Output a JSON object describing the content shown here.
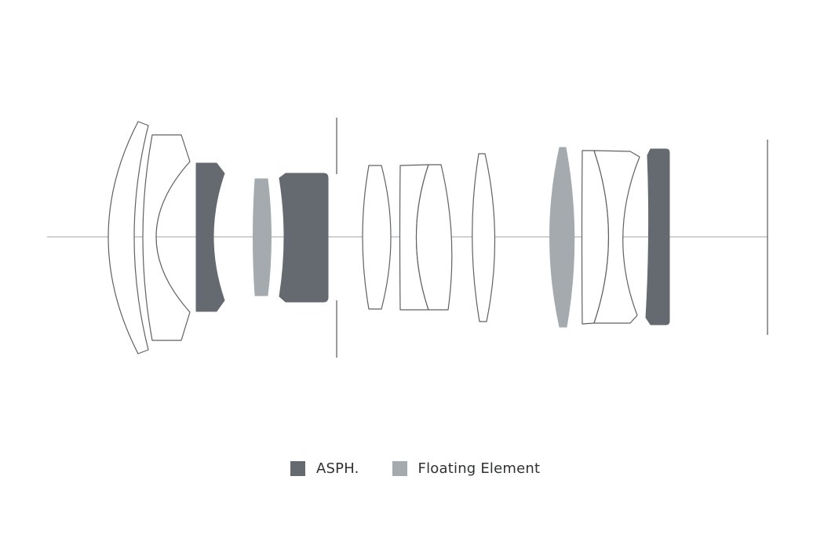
{
  "colors": {
    "asph": "#646a70",
    "floating": "#a5aaae",
    "outline": "#5e6165",
    "axis": "#bfc2c5",
    "stop": "#6b6e72",
    "background": "#ffffff"
  },
  "legend": {
    "items": [
      {
        "label": "ASPH.",
        "color": "#646a70"
      },
      {
        "label": "Floating Element",
        "color": "#a5aaae"
      }
    ]
  },
  "diagram": {
    "element_kinds": [
      "clear",
      "clear",
      "asph",
      "floating",
      "asph",
      "clear",
      "clear",
      "clear",
      "clear",
      "floating",
      "clear",
      "clear",
      "asph"
    ]
  }
}
